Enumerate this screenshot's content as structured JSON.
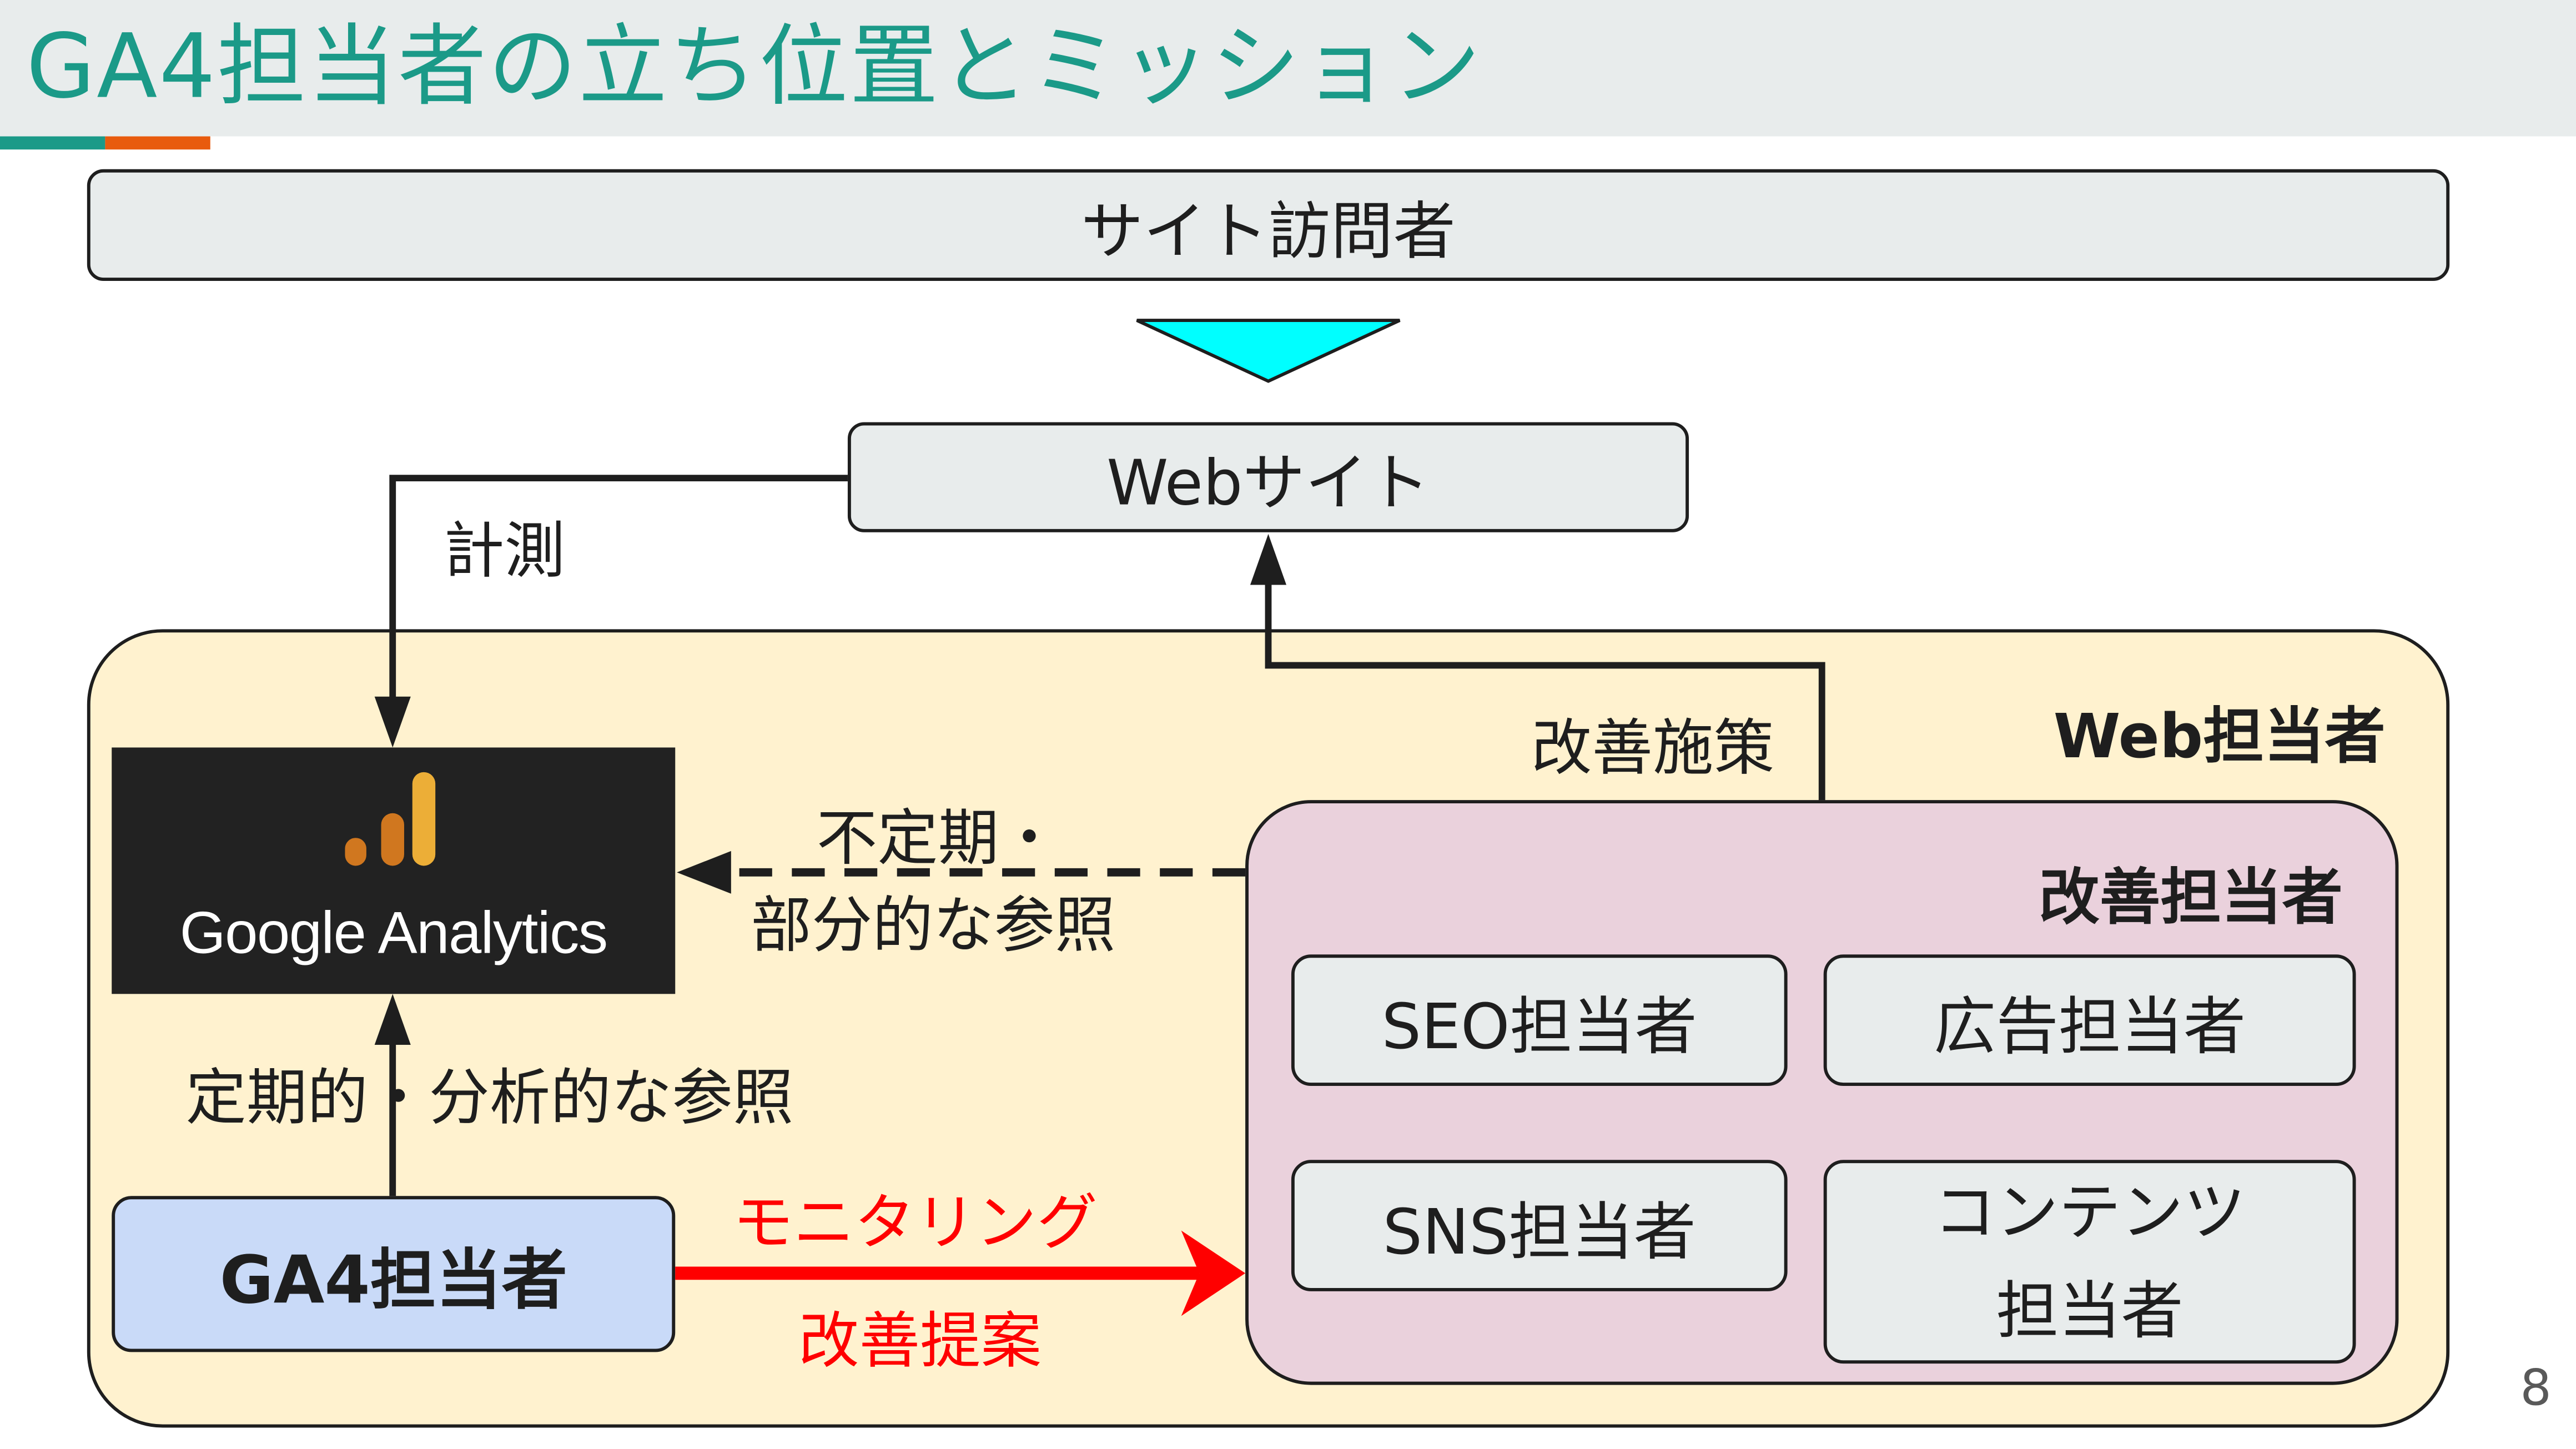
{
  "slide": {
    "title": "GA4担当者の立ち位置とミッション",
    "page_number": "8",
    "colors": {
      "title": "#1b9a88",
      "accent_teal": "#1b9a88",
      "accent_orange": "#e85b0e",
      "box_gray": "#e8ecec",
      "web_group_fill": "#fff2cf",
      "improve_group_fill": "#ead1dc",
      "ga4_box_fill": "#c9daf8",
      "down_triangle": "#00ffff",
      "highlight_arrow": "#ff0000"
    }
  },
  "nodes": {
    "visitor": "サイト訪問者",
    "website": "Webサイト",
    "web_group": "Web担当者",
    "improve_group": "改善担当者",
    "roles": {
      "seo": "SEO担当者",
      "ad": "広告担当者",
      "sns": "SNS担当者",
      "content_line1": "コンテンツ",
      "content_line2": "担当者"
    },
    "ga_logo": {
      "icon": "google-analytics-bars-icon",
      "text": "Google Analytics"
    },
    "ga4": "GA4担当者"
  },
  "edges": {
    "measure": "計測",
    "measures": "改善施策",
    "irregular_line1": "不定期・",
    "irregular_line2": "部分的な参照",
    "regular": "定期的・分析的な参照",
    "monitor": "モニタリング",
    "suggest": "改善提案"
  }
}
